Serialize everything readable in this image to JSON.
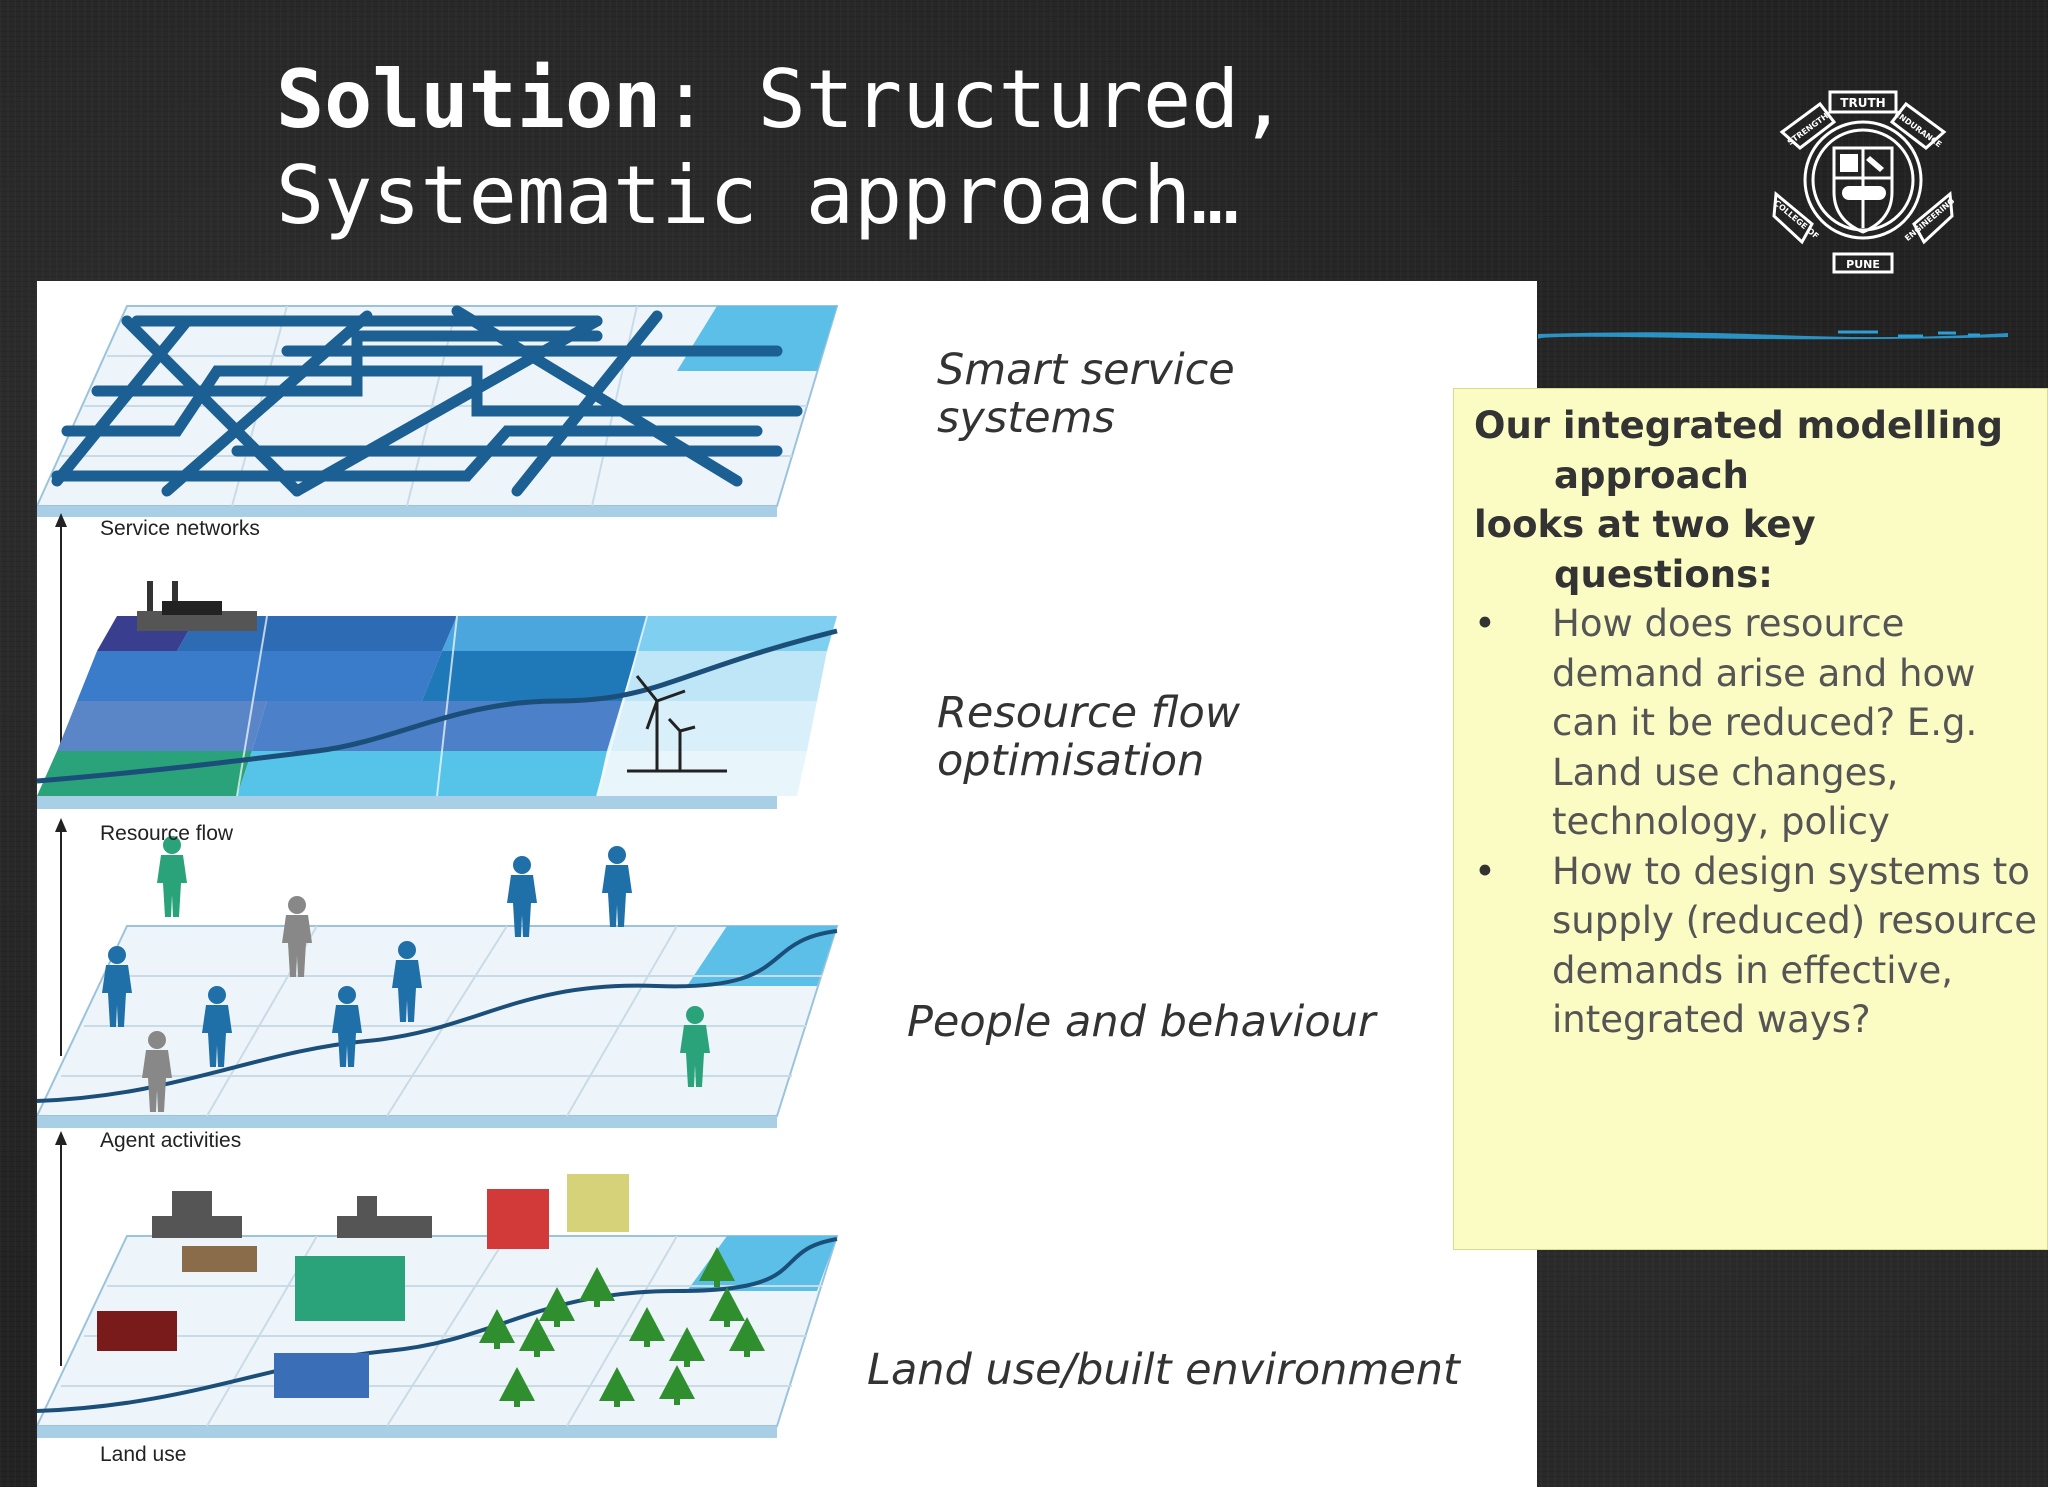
{
  "slide": {
    "title_bold": "Solution",
    "title_rest_line1": ": Structured,",
    "title_line2": "Systematic approach…"
  },
  "logo": {
    "top_text": "TRUTH",
    "left_text": "STRENGTH",
    "right_text": "ENDURANCE",
    "bottom_left_text": "COLLEGE OF",
    "bottom_right_text": "ENGINEERING",
    "base_text": "PUNE"
  },
  "figure": {
    "layers": [
      {
        "title": "Smart service systems",
        "axis_label": "Service networks"
      },
      {
        "title": "Resource flow optimisation",
        "axis_label": "Resource flow"
      },
      {
        "title": "People and behaviour",
        "axis_label": "Agent activities"
      },
      {
        "title": "Land use/built environment",
        "axis_label": "Land use"
      }
    ]
  },
  "note": {
    "intro_line1": "Our integrated modelling approach",
    "intro_line2": "looks at two key questions:",
    "bullets": [
      "How does resource demand arise and how can it be reduced? E.g. Land use changes, technology, policy",
      "How to design systems to supply (reduced) resource demands in effective, integrated ways?"
    ]
  },
  "colors": {
    "background": "#232323",
    "note_background": "#fbfbc4",
    "network_blue": "#1b5f93",
    "light_blue": "#6ec6ea",
    "green": "#2aa37a",
    "tree_green": "#2f8f2f"
  }
}
